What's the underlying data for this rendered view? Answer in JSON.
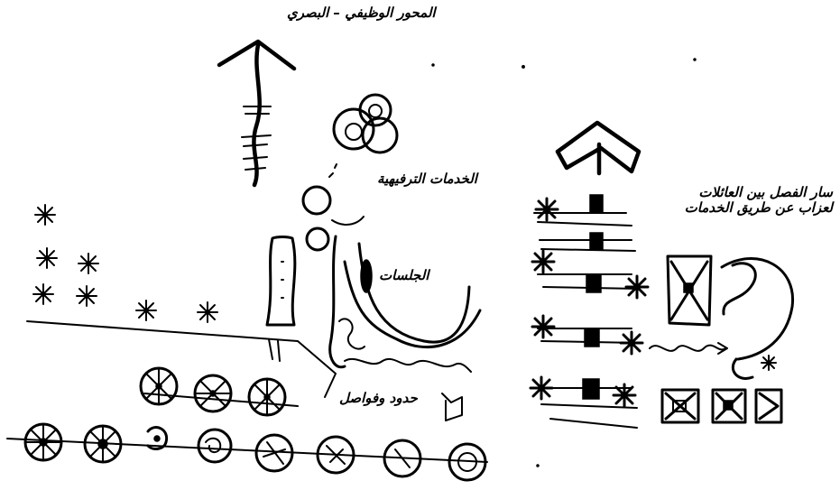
{
  "diagram": {
    "labels": {
      "title": "المحور الوظيفي – البصري",
      "recreation_services": "الخدمات الترفيهية",
      "seating": "الجلسات",
      "boundaries": "حدود وفواصل",
      "family_separation_line1": "سار الفصل بين العائلات",
      "family_separation_line2": "لعزاب عن طريق الخدمات"
    },
    "icons": {
      "north_arrow_left": "north-arrow-icon",
      "direction_arrow_right": "chevron-up-arrow-icon",
      "shrub": "asterisk-shrub-icon",
      "tree": "tree-canopy-icon",
      "service_box": "crossed-square-icon"
    },
    "colors": {
      "ink": "#000000",
      "paper": "#ffffff"
    }
  }
}
